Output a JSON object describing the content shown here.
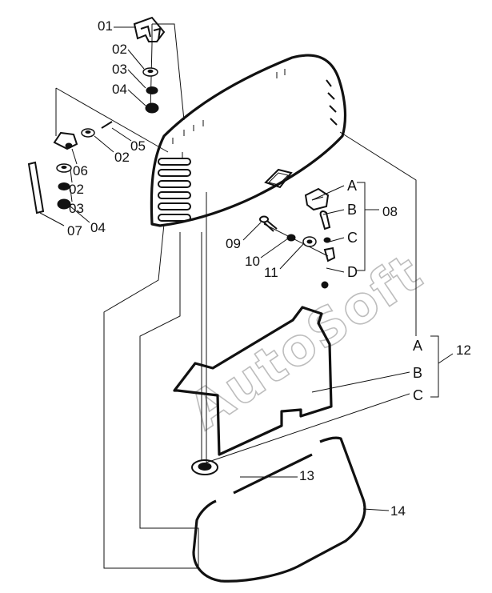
{
  "callouts": [
    {
      "id": "01",
      "text": "01"
    },
    {
      "id": "02a",
      "text": "02"
    },
    {
      "id": "03a",
      "text": "03"
    },
    {
      "id": "04a",
      "text": "04"
    },
    {
      "id": "05",
      "text": "05"
    },
    {
      "id": "02b",
      "text": "02"
    },
    {
      "id": "06",
      "text": "06"
    },
    {
      "id": "02c",
      "text": "02"
    },
    {
      "id": "03b",
      "text": "03"
    },
    {
      "id": "04b",
      "text": "04"
    },
    {
      "id": "07",
      "text": "07"
    },
    {
      "id": "08",
      "text": "08"
    },
    {
      "id": "09",
      "text": "09"
    },
    {
      "id": "10",
      "text": "10"
    },
    {
      "id": "11",
      "text": "11"
    },
    {
      "id": "12",
      "text": "12"
    },
    {
      "id": "13",
      "text": "13"
    },
    {
      "id": "14",
      "text": "14"
    }
  ],
  "letters_group1": [
    "A",
    "B",
    "C",
    "D"
  ],
  "letters_group2": [
    "A",
    "B",
    "C"
  ],
  "watermark": "AutoSoft"
}
